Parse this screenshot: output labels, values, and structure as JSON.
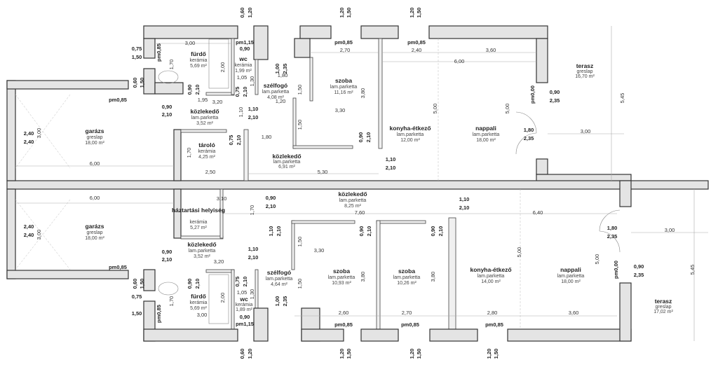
{
  "rooms": {
    "u1_furdo": {
      "name": "fürdő",
      "mat": "kerámia",
      "area": "5,69 m²"
    },
    "u1_wc": {
      "name": "wc",
      "mat": "kerámia",
      "area": "1,99 m²"
    },
    "u1_szelfogo": {
      "name": "szélfogó",
      "mat": "lam.parketta",
      "area": "4,08 m²"
    },
    "u1_szoba": {
      "name": "szoba",
      "mat": "lam.parketta",
      "area": "11,16 m²"
    },
    "u1_kozl1": {
      "name": "közlekedő",
      "mat": "lam.parketta",
      "area": "3,52 m²"
    },
    "u1_tarolo": {
      "name": "tároló",
      "mat": "kerámia",
      "area": "4,25 m²"
    },
    "u1_kozl2": {
      "name": "közlekedő",
      "mat": "lam.parketta",
      "area": "6,91 m²"
    },
    "u1_konyha": {
      "name": "konyha-étkező",
      "mat": "lam.parketta",
      "area": "12,00 m²"
    },
    "u1_nappali": {
      "name": "nappali",
      "mat": "lam.parketta",
      "area": "18,00 m²"
    },
    "u1_terasz": {
      "name": "terasz",
      "mat": "greslap",
      "area": "16,70 m²"
    },
    "u1_garazs": {
      "name": "garázs",
      "mat": "greslap",
      "area": "18,00 m²"
    },
    "u2_garazs": {
      "name": "garázs",
      "mat": "greslap",
      "area": "18,00 m²"
    },
    "u2_haztartasi": {
      "name": "háztartási helyiség",
      "mat": "kerámia",
      "area": "5,27 m²"
    },
    "u2_kozl8": {
      "name": "közlekedő",
      "mat": "lam.parketta",
      "area": "8,25 m²"
    },
    "u2_kozl1": {
      "name": "közlekedő",
      "mat": "lam.parketta",
      "area": "3,52 m²"
    },
    "u2_szelfogo": {
      "name": "szélfogó",
      "mat": "lam.parketta",
      "area": "4,64 m²"
    },
    "u2_szoba1": {
      "name": "szoba",
      "mat": "lam.parketta",
      "area": "10,93 m²"
    },
    "u2_szoba2": {
      "name": "szoba",
      "mat": "lam.parketta",
      "area": "10,26 m²"
    },
    "u2_konyha": {
      "name": "konyha-étkező",
      "mat": "lam.parketta",
      "area": "14,00 m²"
    },
    "u2_nappali": {
      "name": "nappali",
      "mat": "lam.parketta",
      "area": "18,00 m²"
    },
    "u2_furdo": {
      "name": "fürdő",
      "mat": "kerámia",
      "area": "5,69 m²"
    },
    "u2_wc": {
      "name": "wc",
      "mat": "kerámia",
      "area": "1,89 m²"
    },
    "u2_terasz": {
      "name": "terasz",
      "mat": "greslap",
      "area": "17,02 m²"
    }
  },
  "dims": {
    "d300": "3,00",
    "d170": "1,70",
    "d200": "2,00",
    "d195": "1,95",
    "d320": "3,20",
    "d110": "1,10",
    "d180": "1,80",
    "d120": "1,20",
    "d150": "1,50",
    "d330": "3,30",
    "d380": "3,80",
    "d250": "2,50",
    "d530": "5,30",
    "d600": "6,00",
    "d270": "2,70",
    "d240": "2,40",
    "d360": "3,60",
    "d500": "5,00",
    "d545": "5,45",
    "d310": "3,10",
    "d760": "7,60",
    "d640": "6,40",
    "d260": "2,60",
    "d280": "2,80",
    "d105": "1,05",
    "d130": "1,30",
    "b060": "0,60",
    "b075": "0,75",
    "b090": "0,90",
    "b100": "1,00",
    "b110": "1,10",
    "b120": "1,20",
    "b150": "1,50",
    "b180": "1,80",
    "b210": "2,10",
    "b235": "2,35",
    "b240": "2,40",
    "pm085": "pm0,85",
    "pm115": "pm1,15",
    "pm000": "pm0,00"
  }
}
